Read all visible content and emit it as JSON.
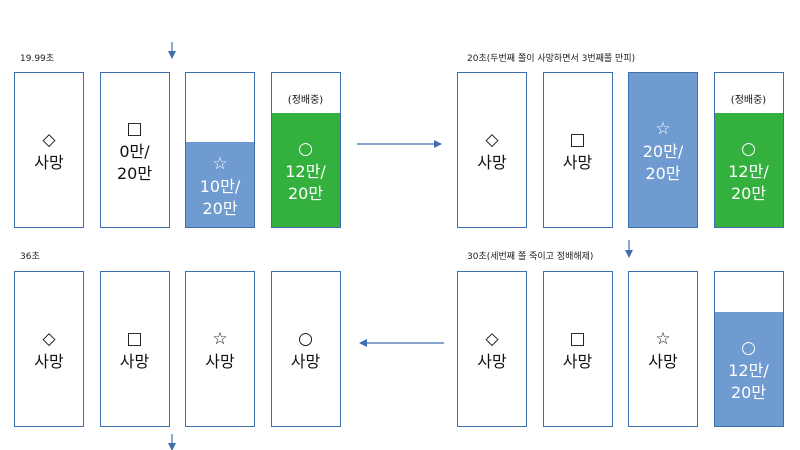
{
  "panels": [
    {
      "label": "19.99초",
      "cards": [
        {
          "symbol": "◇",
          "lines": [
            "사망"
          ]
        },
        {
          "symbol": "□",
          "lines": [
            "0만/",
            "20만"
          ]
        },
        {
          "symbol": "☆",
          "lines": [
            "10만/",
            "20만"
          ],
          "fill": 0.55,
          "fill_color": "#6f9bd1"
        },
        {
          "symbol": "○",
          "lines": [
            "12만/",
            "20만"
          ],
          "fill": 0.74,
          "fill_color": "#34b03e",
          "tag": "(정배중)"
        }
      ]
    },
    {
      "label": "20초(두번째 쫄이 사망하면서 3번째쫄 만피)",
      "cards": [
        {
          "symbol": "◇",
          "lines": [
            "사망"
          ]
        },
        {
          "symbol": "□",
          "lines": [
            "사망"
          ]
        },
        {
          "symbol": "☆",
          "lines": [
            "20만/",
            "20만"
          ],
          "fill": 1.0,
          "fill_color": "#6f9bd1"
        },
        {
          "symbol": "○",
          "lines": [
            "12만/",
            "20만"
          ],
          "fill": 0.74,
          "fill_color": "#34b03e",
          "tag": "(정배중)"
        }
      ]
    },
    {
      "label": "30초(세번째 쫄 죽이고 정배해제)",
      "cards": [
        {
          "symbol": "◇",
          "lines": [
            "사망"
          ]
        },
        {
          "symbol": "□",
          "lines": [
            "사망"
          ]
        },
        {
          "symbol": "☆",
          "lines": [
            "사망"
          ]
        },
        {
          "symbol": "○",
          "lines": [
            "12만/",
            "20만"
          ],
          "fill": 0.74,
          "fill_color": "#6f9bd1"
        }
      ]
    },
    {
      "label": "36초",
      "cards": [
        {
          "symbol": "◇",
          "lines": [
            "사망"
          ]
        },
        {
          "symbol": "□",
          "lines": [
            "사망"
          ]
        },
        {
          "symbol": "☆",
          "lines": [
            "사망"
          ]
        },
        {
          "symbol": "○",
          "lines": [
            "사망"
          ]
        }
      ]
    }
  ],
  "colors": {
    "border": "#3f6eae",
    "arrow": "#3f6eae",
    "blue_fill": "#6f9bd1",
    "green_fill": "#34b03e"
  }
}
